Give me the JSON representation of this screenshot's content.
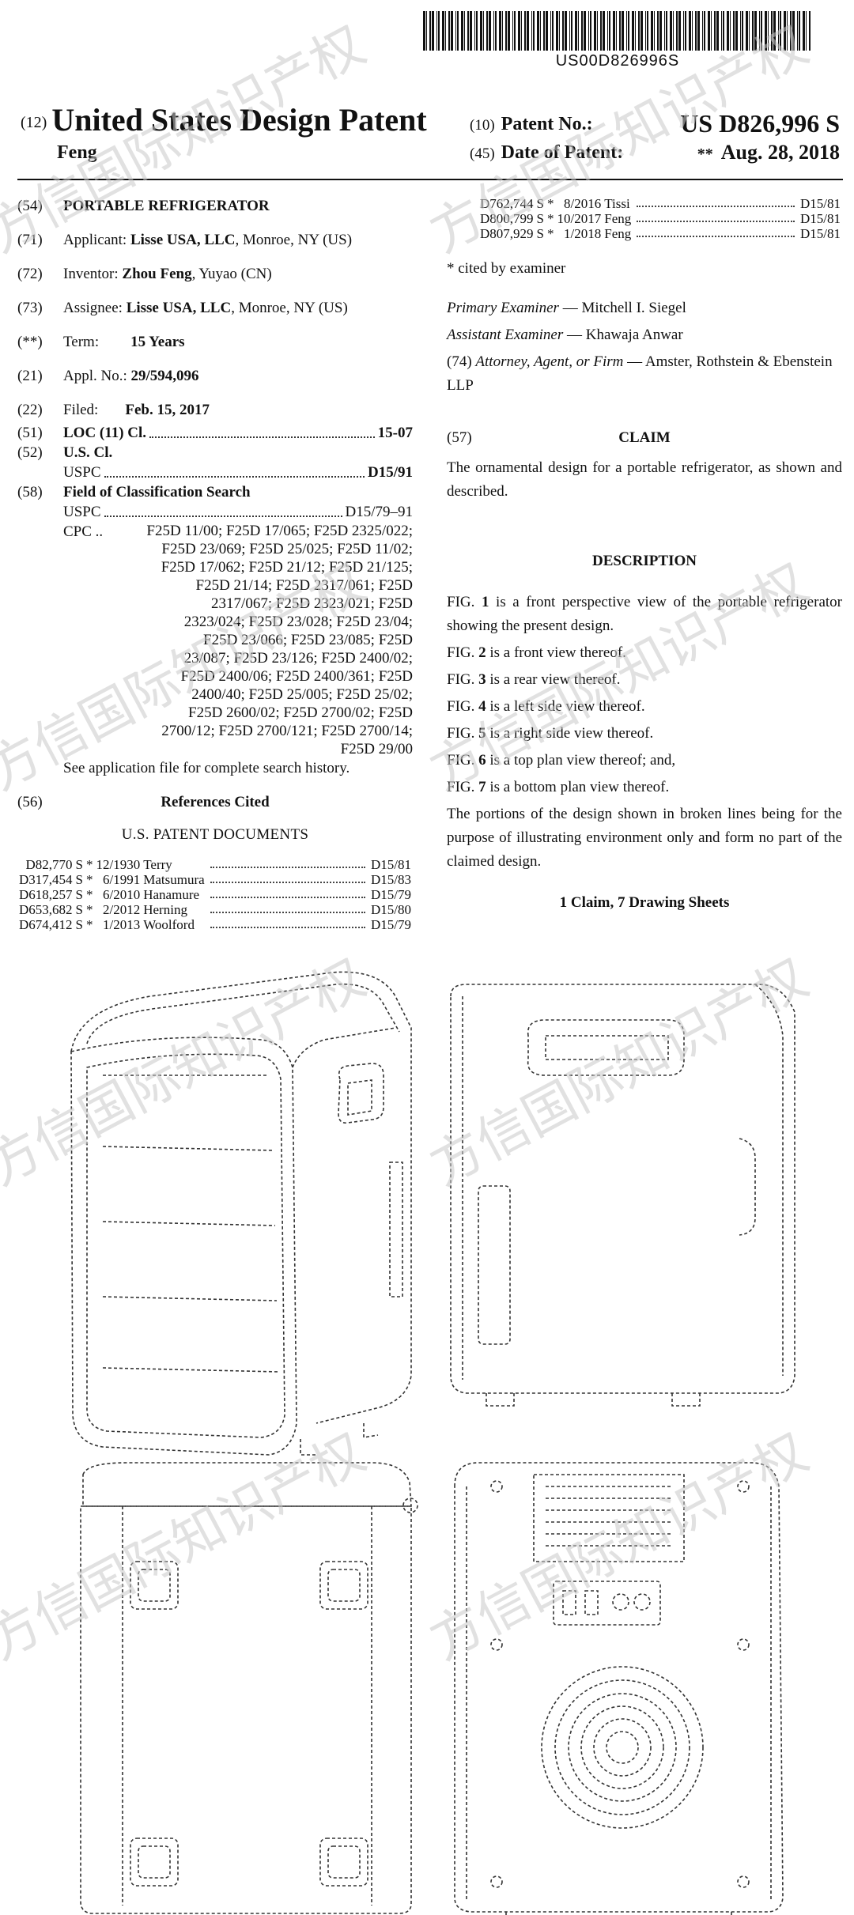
{
  "barcode": {
    "number": "US00D826996S"
  },
  "header": {
    "title_code": "(12)",
    "title": "United States Design Patent",
    "author": "Feng",
    "patno_code": "(10)",
    "patno_label": "Patent No.:",
    "patno_value": "US D826,996 S",
    "date_code": "(45)",
    "date_label": "Date of Patent:",
    "date_marker": "**",
    "date_value": "Aug. 28, 2018"
  },
  "left": {
    "f54": {
      "code": "(54)",
      "value": "PORTABLE REFRIGERATOR"
    },
    "f71": {
      "code": "(71)",
      "label": "Applicant:",
      "bold": "Lisse USA, LLC",
      "rest": ", Monroe, NY (US)"
    },
    "f72": {
      "code": "(72)",
      "label": "Inventor:",
      "bold": "Zhou Feng",
      "rest": ", Yuyao (CN)"
    },
    "f73": {
      "code": "(73)",
      "label": "Assignee:",
      "bold": "Lisse USA, LLC",
      "rest": ", Monroe, NY (US)"
    },
    "fterm": {
      "code": "(**)",
      "label": "Term:",
      "value": "15 Years"
    },
    "f21": {
      "code": "(21)",
      "label": "Appl. No.:",
      "value": "29/594,096"
    },
    "f22": {
      "code": "(22)",
      "label": "Filed:",
      "value": "Feb. 15, 2017"
    },
    "f51": {
      "code": "(51)",
      "label": "LOC (11) Cl.",
      "value": "15-07"
    },
    "f52": {
      "code": "(52)",
      "label": "U.S. Cl.",
      "uspc_label": "USPC",
      "uspc_value": "D15/91"
    },
    "f58": {
      "code": "(58)",
      "label": "Field of Classification Search",
      "uspc_label": "USPC",
      "uspc_value": "D15/79–91",
      "cpc_label": "CPC ..",
      "cpc_lines": [
        "F25D 11/00; F25D 17/065; F25D 2325/022;",
        "F25D 23/069; F25D 25/025; F25D 11/02;",
        "F25D 17/062; F25D 21/12; F25D 21/125;",
        "F25D 21/14; F25D 2317/061; F25D",
        "2317/067; F25D 2323/021; F25D",
        "2323/024; F25D 23/028; F25D 23/04;",
        "F25D 23/066; F25D 23/085; F25D",
        "23/087; F25D 23/126; F25D 2400/02;",
        "F25D 2400/06; F25D 2400/361; F25D",
        "2400/40; F25D 25/005; F25D 25/02;",
        "F25D 2600/02; F25D 2700/02; F25D",
        "2700/12; F25D 2700/121; F25D 2700/14;",
        "F25D 29/00"
      ],
      "note": "See application file for complete search history."
    },
    "f56": {
      "code": "(56)",
      "label": "References Cited",
      "sub": "U.S. PATENT DOCUMENTS",
      "refs": [
        {
          "no": "D82,770",
          "kind": "S",
          "star": "*",
          "date": "12/1930",
          "name": "Terry",
          "cls": "D15/81"
        },
        {
          "no": "D317,454",
          "kind": "S",
          "star": "*",
          "date": "6/1991",
          "name": "Matsumura",
          "cls": "D15/83"
        },
        {
          "no": "D618,257",
          "kind": "S",
          "star": "*",
          "date": "6/2010",
          "name": "Hanamure",
          "cls": "D15/79"
        },
        {
          "no": "D653,682",
          "kind": "S",
          "star": "*",
          "date": "2/2012",
          "name": "Herning",
          "cls": "D15/80"
        },
        {
          "no": "D674,412",
          "kind": "S",
          "star": "*",
          "date": "1/2013",
          "name": "Woolford",
          "cls": "D15/79"
        }
      ]
    }
  },
  "right": {
    "refs": [
      {
        "no": "D762,744",
        "kind": "S",
        "star": "*",
        "date": "8/2016",
        "name": "Tissi",
        "cls": "D15/81"
      },
      {
        "no": "D800,799",
        "kind": "S",
        "star": "*",
        "date": "10/2017",
        "name": "Feng",
        "cls": "D15/81"
      },
      {
        "no": "D807,929",
        "kind": "S",
        "star": "*",
        "date": "1/2018",
        "name": "Feng",
        "cls": "D15/81"
      }
    ],
    "cited": "* cited by examiner",
    "primary_label": "Primary Examiner",
    "primary_value": " — Mitchell I. Siegel",
    "assistant_label": "Assistant Examiner",
    "assistant_value": " — Khawaja Anwar",
    "attorney_code": "(74)",
    "attorney_label": "Attorney, Agent, or Firm",
    "attorney_value": " — Amster, Rothstein & Ebenstein LLP",
    "claim_code": "(57)",
    "claim_head": "CLAIM",
    "claim_text": "The ornamental design for a portable refrigerator, as shown and described.",
    "desc_head": "DESCRIPTION",
    "figs": [
      {
        "pre": "FIG. ",
        "n": "1",
        "post": " is a front perspective view of the portable refrigerator showing the present design."
      },
      {
        "pre": "FIG. ",
        "n": "2",
        "post": " is a front view thereof."
      },
      {
        "pre": "FIG. ",
        "n": "3",
        "post": " is a rear view thereof."
      },
      {
        "pre": "FIG. ",
        "n": "4",
        "post": " is a left side view thereof."
      },
      {
        "pre": "FIG. ",
        "n": "5",
        "post": " is a right side view thereof."
      },
      {
        "pre": "FIG. ",
        "n": "6",
        "post": " is a top plan view thereof; and,"
      },
      {
        "pre": "FIG. ",
        "n": "7",
        "post": " is a bottom plan view thereof."
      }
    ],
    "broken_lines": "The portions of the design shown in broken lines being for the purpose of illustrating environment only and form no part of the claimed design.",
    "sheets": "1 Claim, 7 Drawing Sheets"
  },
  "watermark": {
    "text": "方信国际知识产权",
    "color": "#c8c8c8"
  }
}
